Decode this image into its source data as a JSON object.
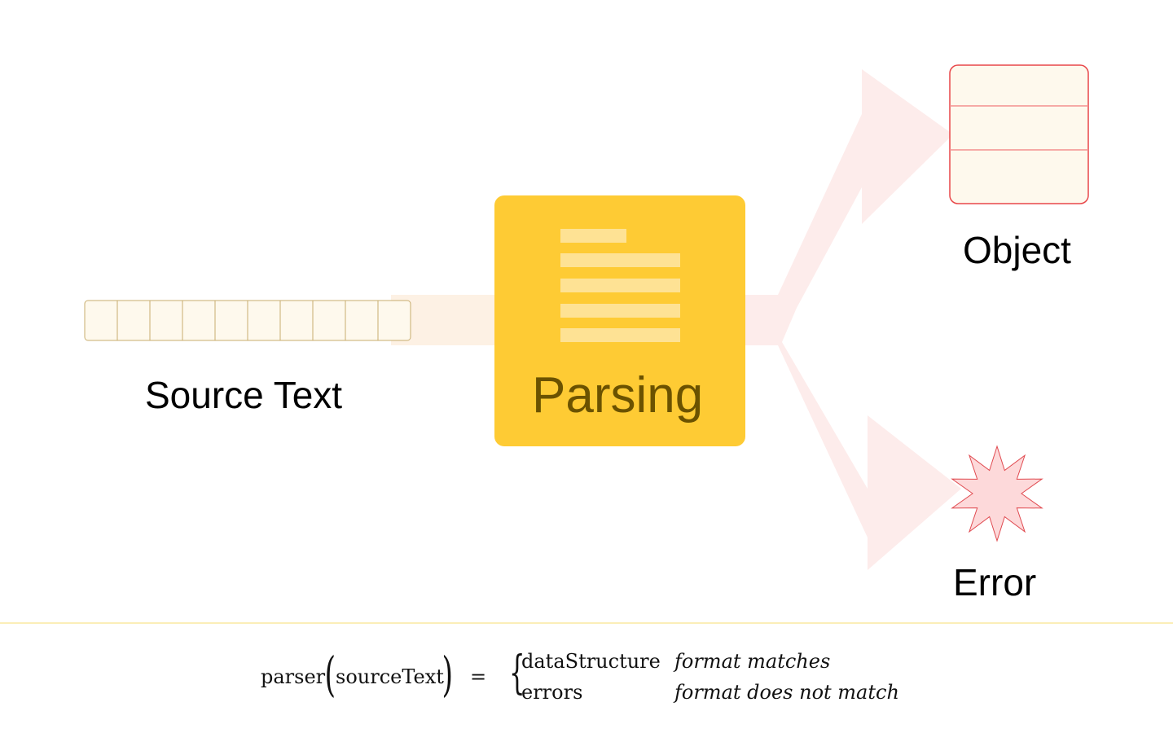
{
  "nodes": {
    "source": {
      "label": "Source Text",
      "cells": 10
    },
    "parsing": {
      "label": "Parsing"
    },
    "object": {
      "label": "Object",
      "rows": 3
    },
    "error": {
      "label": "Error"
    }
  },
  "formula": {
    "function": "parser",
    "argument": "sourceText",
    "equals": "=",
    "cases": [
      {
        "value": "dataStructure",
        "condition": "format matches"
      },
      {
        "value": "errors",
        "condition": "format does not match"
      }
    ]
  },
  "colors": {
    "parsing_fill": "#fecb34",
    "parsing_text": "#6b5200",
    "arrow": "#fdeceb",
    "object_border": "#e8474a",
    "object_fill": "#fef9ed",
    "star_fill": "#fdd9da",
    "star_border": "#e04a50",
    "source_border": "#c8ad6e"
  }
}
